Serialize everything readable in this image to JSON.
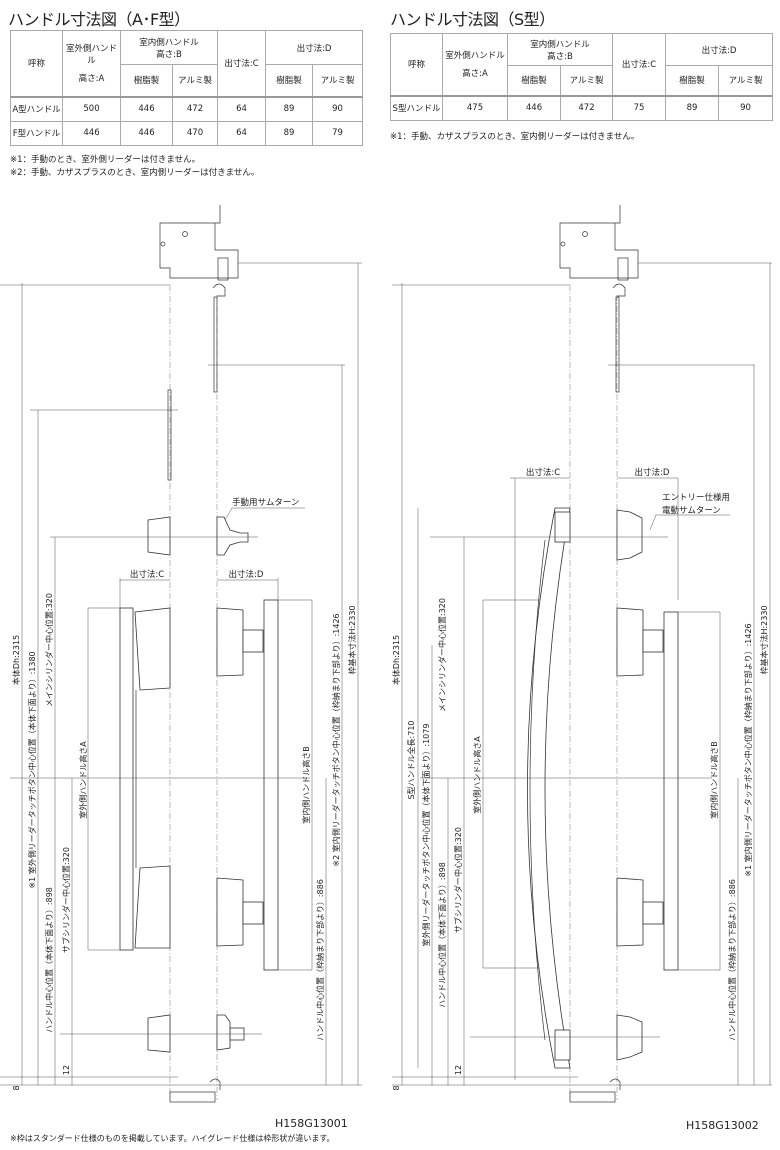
{
  "left": {
    "title": "ハンドル寸法図（A･F型）",
    "table": {
      "h_name": "呼称",
      "h_a": [
        "室外側ハンドル",
        "高さ:A"
      ],
      "h_b": "室内側ハンドル高さ:B",
      "h_b_lines": [
        "室内側ハンドル",
        "高さ:B"
      ],
      "h_c": "出寸法:C",
      "h_d": "出寸法:D",
      "sub_resin": "樹脂製",
      "sub_alu": "アルミ製",
      "rows": [
        {
          "name": "A型ハンドル",
          "a": "500",
          "b_resin": "446",
          "b_alu": "472",
          "c": "64",
          "d_resin": "89",
          "d_alu": "90"
        },
        {
          "name": "F型ハンドル",
          "a": "446",
          "b_resin": "446",
          "b_alu": "470",
          "c": "64",
          "d_resin": "89",
          "d_alu": "79"
        }
      ]
    },
    "notes": [
      "※1：手動のとき、室外側リーダーは付きません。",
      "※2：手動、カザスプラスのとき、室内側リーダーは付きません。"
    ],
    "drawing": {
      "body_dh": "本体Dh:2315",
      "outer_reader": "※1 室外側リーダータッチボタン中心位置（本体下面より）:1380",
      "main_cyl": "メインシリンダー中心位置:320",
      "handle_center_body": "ハンドル中心位置（本体下面より）:898",
      "sub_cyl": "サブシリンダー中心位置:320",
      "outer_handle_a": "室外側ハンドル高さA",
      "dim_12": "12",
      "dim_8": "8",
      "inner_handle_b": "室内側ハンドル高さB",
      "handle_center_frame": "ハンドル中心位置（枠納まり下部より）:886",
      "inner_reader": "※2 室内側リーダータッチボタン中心位置（枠納まり下部より）:1426",
      "frame_h": "枠基本寸法H:2330",
      "c_label": "出寸法:C",
      "d_label": "出寸法:D",
      "thumbturn": "手動用サムターン"
    },
    "code": "H158G13001"
  },
  "right": {
    "title": "ハンドル寸法図（S型）",
    "table": {
      "rows": [
        {
          "name": "S型ハンドル",
          "a": "475",
          "b_resin": "446",
          "b_alu": "472",
          "c": "75",
          "d_resin": "89",
          "d_alu": "90"
        }
      ]
    },
    "notes": [
      "※1：手動、カザスプラスのとき、室内側リーダーは付きません。"
    ],
    "drawing": {
      "body_dh": "本体Dh:2315",
      "s_length": "S型ハンドル全長:710",
      "outer_reader": "室外側リーダータッチボタン中心位置（本体下面より）:1079",
      "handle_center_body": "ハンドル中心位置（本体下面より）:898",
      "main_cyl": "メインシリンダー中心位置:320",
      "sub_cyl": "サブシリンダー中心位置:320",
      "outer_handle_a": "室外側ハンドル高さA",
      "dim_12": "12",
      "dim_8": "8",
      "inner_handle_b": "室内側ハンドル高さB",
      "handle_center_frame": "ハンドル中心位置（枠納まり下部より）:886",
      "inner_reader": "※1 室内側リーダータッチボタン中心位置（枠納まり下部より）:1426",
      "frame_h": "枠基本寸法H:2330",
      "c_label": "出寸法:C",
      "d_label": "出寸法:D",
      "thumbturn": [
        "エントリー仕様用",
        "電動サムターン"
      ]
    },
    "code": "H158G13002"
  },
  "footer_note": "※枠はスタンダード仕様のものを掲載しています。ハイグレード仕様は枠形状が違います。"
}
